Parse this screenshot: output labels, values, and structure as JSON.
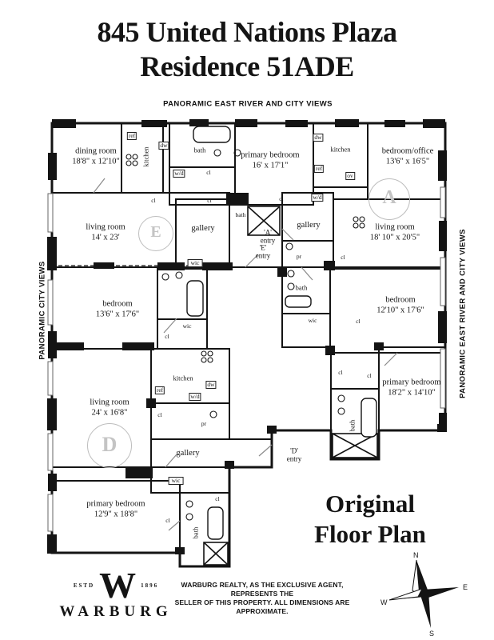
{
  "title": {
    "line1": "845 United Nations Plaza",
    "line2": "Residence 51ADE"
  },
  "views": {
    "top": "PANORAMIC EAST RIVER AND CITY VIEWS",
    "left": "PANORAMIC CITY VIEWS",
    "right": "PANORAMIC EAST RIVER AND CITY VIEWS"
  },
  "plan": {
    "units": {
      "e": "E",
      "a": "A",
      "d": "D"
    },
    "rooms": {
      "dining_room": {
        "name": "dining room",
        "dims": "18'8\" x 12'10\""
      },
      "primary_bedroom_e": {
        "name": "primary bedroom",
        "dims": "16' x 17'1\""
      },
      "bedroom_office": {
        "name": "bedroom/office",
        "dims": "13'6\" x 16'5\""
      },
      "living_room_e": {
        "name": "living room",
        "dims": "14' x 23'"
      },
      "living_room_a": {
        "name": "living room",
        "dims": "18' 10\" x 20'5\""
      },
      "bedroom_left": {
        "name": "bedroom",
        "dims": "13'6\" x 17'6\""
      },
      "bedroom_right": {
        "name": "bedroom",
        "dims": "12'10\" x 17'6\""
      },
      "living_room_d": {
        "name": "living room",
        "dims": "24' x 16'8\""
      },
      "primary_bedroom_a": {
        "name": "primary bedroom",
        "dims": "18'2\" x 14'10\""
      },
      "primary_bedroom_d": {
        "name": "primary bedroom",
        "dims": "12'9\" x 18'8\""
      }
    },
    "labels": {
      "kitchen": "kitchen",
      "bath": "bath",
      "gallery": "gallery",
      "ref": "ref",
      "dw": "dw",
      "wd": "w/d",
      "ov": "ov",
      "cl": "cl",
      "wic": "wic",
      "pr": "pr",
      "entry": "entry",
      "entry_a": "'A'",
      "entry_e": "'E'",
      "entry_d": "'D'"
    }
  },
  "caption": {
    "line1": "Original",
    "line2": "Floor Plan"
  },
  "footer": {
    "logo": {
      "estd": "ESTD",
      "monogram": "W",
      "year": "1896",
      "name": "WARBURG"
    },
    "disclaimer1": "WARBURG REALTY, AS THE EXCLUSIVE AGENT, REPRESENTS THE",
    "disclaimer2": "SELLER OF THIS PROPERTY. ALL DIMENSIONS ARE APPROXIMATE.",
    "compass": {
      "n": "N",
      "e": "E",
      "s": "S",
      "w": "W"
    }
  },
  "colors": {
    "ink": "#141414",
    "paper": "#ffffff",
    "unit_gray": "#c0c0c0"
  }
}
